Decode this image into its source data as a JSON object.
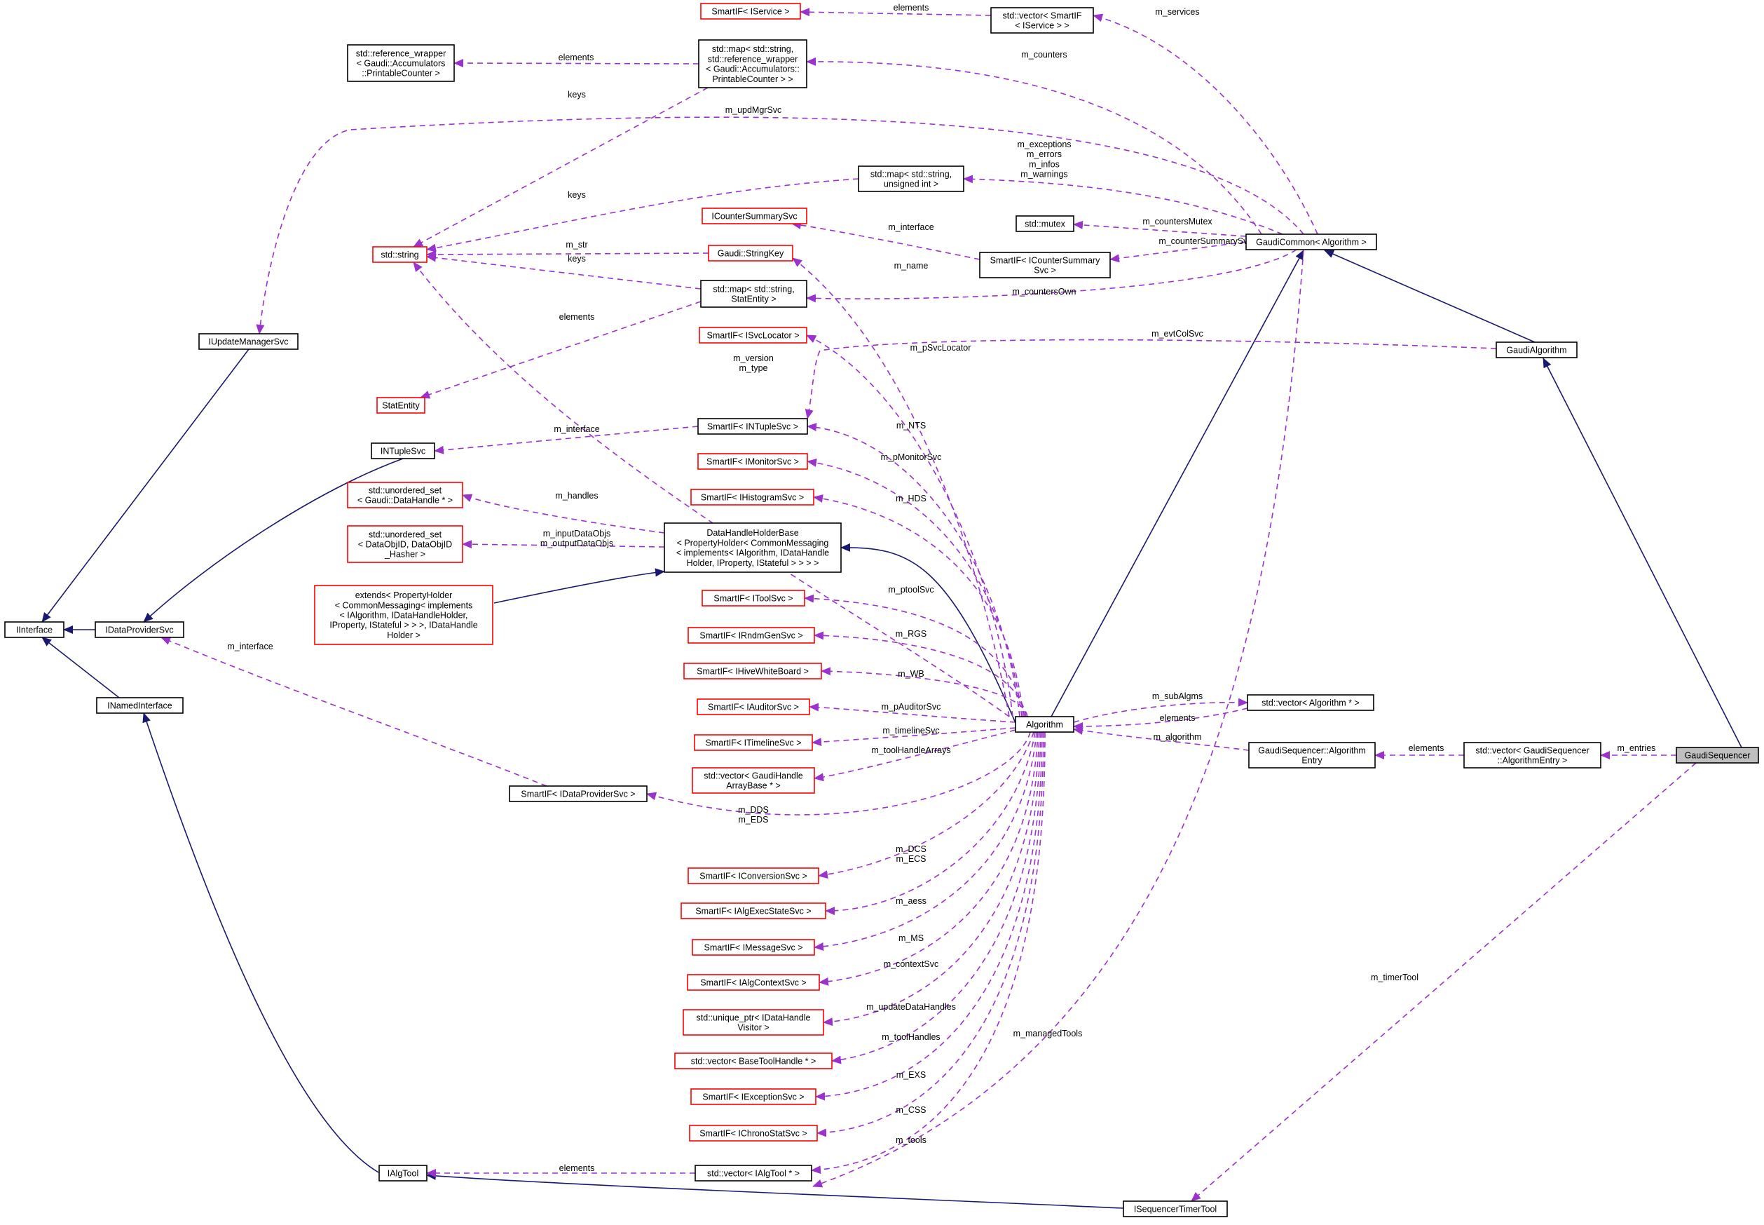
{
  "nodes": {
    "iservice": [
      "SmartIF< IService >"
    ],
    "vecsvc": [
      "std::vector< SmartIF",
      "< IService > >"
    ],
    "refwrap": [
      "std::reference_wrapper",
      "< Gaudi::Accumulators",
      "::PrintableCounter >"
    ],
    "mapcounter": [
      "std::map< std::string,",
      "std::reference_wrapper",
      "< Gaudi::Accumulators::",
      "PrintableCounter > >"
    ],
    "mapuint": [
      "std::map< std::string,",
      "unsigned int >"
    ],
    "ics": [
      "ICounterSummarySvc"
    ],
    "mutex": [
      "std::mutex"
    ],
    "gaudicommon": [
      "GaudiCommon< Algorithm >"
    ],
    "stdstring": [
      "std::string"
    ],
    "stringkey": [
      "Gaudi::StringKey"
    ],
    "sicss": [
      "SmartIF< ICounterSummary",
      "Svc >"
    ],
    "mapstat": [
      "std::map< std::string,",
      "StatEntity >"
    ],
    "iupdate": [
      "IUpdateManagerSvc"
    ],
    "isvcloc": [
      "SmartIF< ISvcLocator >"
    ],
    "gaudialg": [
      "GaudiAlgorithm"
    ],
    "statentity": [
      "StatEntity"
    ],
    "ntuplesvc": [
      "INTupleSvc"
    ],
    "sintuple": [
      "SmartIF< INTupleSvc >"
    ],
    "smonitor": [
      "SmartIF< IMonitorSvc >"
    ],
    "uset1": [
      "std::unordered_set",
      "< Gaudi::DataHandle * >"
    ],
    "shisto": [
      "SmartIF< IHistogramSvc >"
    ],
    "dhhb": [
      "DataHandleHolderBase",
      "< PropertyHolder< CommonMessaging",
      "< implements< IAlgorithm, IDataHandle",
      "Holder, IProperty, IStateful > > > >"
    ],
    "uset2": [
      "std::unordered_set",
      "< DataObjID, DataObjID",
      "_Hasher >"
    ],
    "extends": [
      "extends< PropertyHolder",
      "< CommonMessaging< implements",
      "< IAlgorithm, IDataHandleHolder,",
      "IProperty, IStateful > > >, IDataHandle",
      "Holder >"
    ],
    "stoolsvc": [
      "SmartIF< IToolSvc >"
    ],
    "iinterface": [
      "IInterface"
    ],
    "idataprov": [
      "IDataProviderSvc"
    ],
    "srndm": [
      "SmartIF< IRndmGenSvc >"
    ],
    "shive": [
      "SmartIF< IHiveWhiteBoard >"
    ],
    "inamed": [
      "INamedInterface"
    ],
    "sauditor": [
      "SmartIF< IAuditorSvc >"
    ],
    "algorithm": [
      "Algorithm"
    ],
    "vecalg": [
      "std::vector< Algorithm * >"
    ],
    "stimeline": [
      "SmartIF< ITimelineSvc >"
    ],
    "gsae": [
      "GaudiSequencer::Algorithm",
      "Entry"
    ],
    "vecgse": [
      "std::vector< GaudiSequencer",
      "::AlgorithmEntry >"
    ],
    "gaudiseq": [
      "GaudiSequencer"
    ],
    "vectha": [
      "std::vector< GaudiHandle",
      "ArrayBase * >"
    ],
    "sdataprov": [
      "SmartIF< IDataProviderSvc >"
    ],
    "sconv": [
      "SmartIF< IConversionSvc >"
    ],
    "salgexec": [
      "SmartIF< IAlgExecStateSvc >"
    ],
    "smsg": [
      "SmartIF< IMessageSvc >"
    ],
    "sctx": [
      "SmartIF< IAlgContextSvc >"
    ],
    "uptr": [
      "std::unique_ptr< IDataHandle",
      "Visitor >"
    ],
    "vecbth": [
      "std::vector< BaseToolHandle * >"
    ],
    "sexc": [
      "SmartIF< IExceptionSvc >"
    ],
    "schrono": [
      "SmartIF< IChronoStatSvc >"
    ],
    "ialgtool": [
      "IAlgTool"
    ],
    "vecialgtool": [
      "std::vector< IAlgTool * >"
    ],
    "iseqtimer": [
      "ISequencerTimerTool"
    ]
  },
  "edge_labels": {
    "elements_svc": [
      "elements"
    ],
    "m_services": [
      "m_services"
    ],
    "elements_ref": [
      "elements"
    ],
    "m_counters": [
      "m_counters"
    ],
    "keys_1": [
      "keys"
    ],
    "m_updMgrSvc": [
      "m_updMgrSvc"
    ],
    "m_exceptions": [
      "m_exceptions",
      "m_errors",
      "m_infos",
      "m_warnings"
    ],
    "keys_2": [
      "keys"
    ],
    "m_countersMutex": [
      "m_countersMutex"
    ],
    "m_interface_ics": [
      "m_interface"
    ],
    "m_counterSummarySvc": [
      "m_counterSummarySvc"
    ],
    "m_str": [
      "m_str"
    ],
    "keys_3": [
      "keys"
    ],
    "m_name": [
      "m_name"
    ],
    "m_countersOwn": [
      "m_countersOwn"
    ],
    "elements_stat": [
      "elements"
    ],
    "m_evtColSvc": [
      "m_evtColSvc"
    ],
    "m_pSvcLocator": [
      "m_pSvcLocator"
    ],
    "m_version": [
      "m_version",
      "m_type"
    ],
    "m_interface_nt": [
      "m_interface"
    ],
    "m_NTS": [
      "m_NTS"
    ],
    "m_pMonitorSvc": [
      "m_pMonitorSvc"
    ],
    "m_handles": [
      "m_handles"
    ],
    "m_HDS": [
      "m_HDS"
    ],
    "m_inputDataObjs": [
      "m_inputDataObjs",
      "m_outputDataObjs"
    ],
    "m_ptoolSvc": [
      "m_ptoolSvc"
    ],
    "m_RGS": [
      "m_RGS"
    ],
    "m_interface_dp": [
      "m_interface"
    ],
    "m_WB": [
      "m_WB"
    ],
    "m_subAlgms": [
      "m_subAlgms"
    ],
    "elements_alg": [
      "elements"
    ],
    "m_pAuditorSvc": [
      "m_pAuditorSvc"
    ],
    "m_algorithm": [
      "m_algorithm"
    ],
    "elements_gse": [
      "elements"
    ],
    "m_entries": [
      "m_entries"
    ],
    "m_timelineSvc": [
      "m_timelineSvc"
    ],
    "m_toolHandleArrays": [
      "m_toolHandleArrays"
    ],
    "m_DDS": [
      "m_DDS",
      "m_EDS"
    ],
    "m_DCS": [
      "m_DCS",
      "m_ECS"
    ],
    "m_aess": [
      "m_aess"
    ],
    "m_MS": [
      "m_MS"
    ],
    "m_contextSvc": [
      "m_contextSvc"
    ],
    "m_timerTool": [
      "m_timerTool"
    ],
    "m_updateDataHandles": [
      "m_updateDataHandles"
    ],
    "m_managedTools": [
      "m_managedTools"
    ],
    "m_toolHandles": [
      "m_toolHandles"
    ],
    "m_EXS": [
      "m_EXS"
    ],
    "m_CSS": [
      "m_CSS"
    ],
    "m_tools": [
      "m_tools"
    ],
    "elements_tool": [
      "elements"
    ]
  },
  "colors": {
    "inheritance_edge": "#191970",
    "usage_edge": "#9a32cd",
    "documented_border": "#000000",
    "undocumented_border": "#ff0000",
    "focus_fill": "#bfbfbf"
  }
}
